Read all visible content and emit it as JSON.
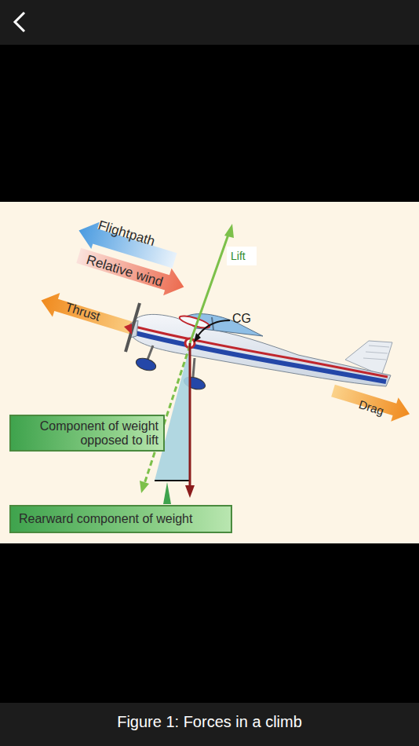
{
  "diagram": {
    "caption": "Figure 1: Forces in a climb",
    "nodes": [
      {
        "text": [
          "Component of weight opposed to lift"
        ]
      },
      {
        "text": [
          "Rearward component of weight"
        ]
      }
    ],
    "labels": [
      "Flightpath",
      "Relative wind",
      "Thrust",
      "Lift",
      "CG",
      "Drag"
    ]
  }
}
